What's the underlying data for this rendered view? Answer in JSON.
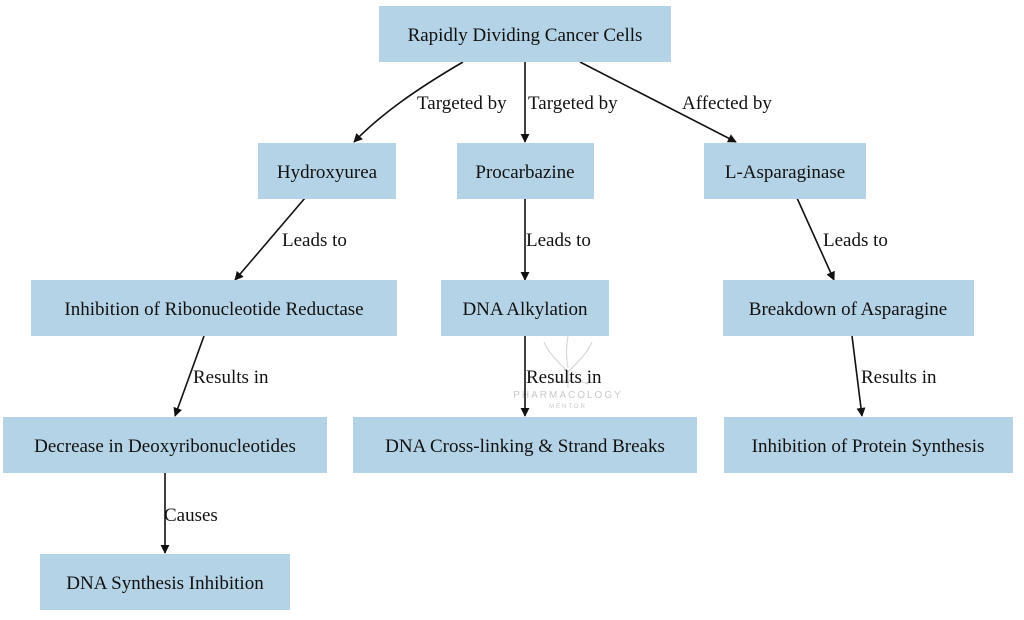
{
  "diagram": {
    "type": "flowchart",
    "colors": {
      "node_fill": "#b4d3e6",
      "edge": "#111111",
      "background": "#ffffff"
    },
    "nodes": {
      "cancer_cells": "Rapidly Dividing Cancer Cells",
      "hydroxyurea": "Hydroxyurea",
      "procarbazine": "Procarbazine",
      "l_asparaginase": "L-Asparaginase",
      "inhibition_rnr": "Inhibition of Ribonucleotide Reductase",
      "dna_alkylation": "DNA Alkylation",
      "breakdown_asparagine": "Breakdown of Asparagine",
      "decrease_deoxy": "Decrease in Deoxyribonucleotides",
      "dna_crosslinking": "DNA Cross-linking & Strand Breaks",
      "inhibition_protein": "Inhibition of Protein Synthesis",
      "dna_synthesis_inhibition": "DNA Synthesis Inhibition"
    },
    "edges": [
      {
        "from": "cancer_cells",
        "to": "hydroxyurea",
        "label": "Targeted by"
      },
      {
        "from": "cancer_cells",
        "to": "procarbazine",
        "label": "Targeted by"
      },
      {
        "from": "cancer_cells",
        "to": "l_asparaginase",
        "label": "Affected by"
      },
      {
        "from": "hydroxyurea",
        "to": "inhibition_rnr",
        "label": "Leads to"
      },
      {
        "from": "procarbazine",
        "to": "dna_alkylation",
        "label": "Leads to"
      },
      {
        "from": "l_asparaginase",
        "to": "breakdown_asparagine",
        "label": "Leads to"
      },
      {
        "from": "inhibition_rnr",
        "to": "decrease_deoxy",
        "label": "Results in"
      },
      {
        "from": "dna_alkylation",
        "to": "dna_crosslinking",
        "label": "Results in"
      },
      {
        "from": "breakdown_asparagine",
        "to": "inhibition_protein",
        "label": "Results in"
      },
      {
        "from": "decrease_deoxy",
        "to": "dna_synthesis_inhibition",
        "label": "Causes"
      }
    ]
  },
  "watermark": {
    "line1": "PHARMACOLOGY",
    "line2": "MENTOR",
    "icon": "tree-icon"
  }
}
